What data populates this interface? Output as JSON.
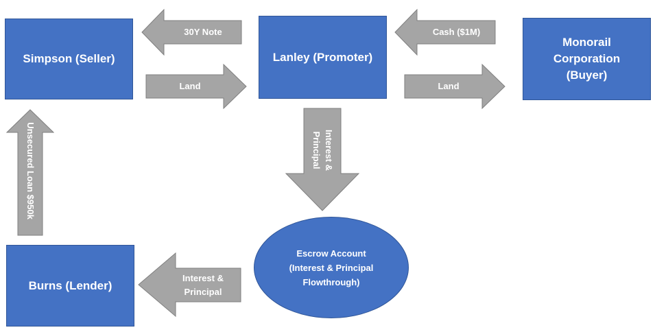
{
  "colors": {
    "box_fill": "#4472c4",
    "box_border": "#2f5597",
    "arrow_fill": "#a5a5a5",
    "arrow_border": "#7f7f7f",
    "text": "#ffffff"
  },
  "nodes": {
    "simpson": "Simpson (Seller)",
    "lanley": "Lanley (Promoter)",
    "monorail": "Monorail Corporation (Buyer)",
    "burns": "Burns (Lender)",
    "escrow": {
      "line1": "Escrow Account",
      "line2": "(Interest & Principal",
      "line3": "Flowthrough)"
    }
  },
  "arrows": {
    "lanley_to_simpson": {
      "label": "30Y Note",
      "direction": "left"
    },
    "simpson_to_lanley": {
      "label": "Land",
      "direction": "right"
    },
    "monorail_to_lanley": {
      "label": "Cash ($1M)",
      "direction": "left"
    },
    "lanley_to_monorail": {
      "label": "Land",
      "direction": "right"
    },
    "lanley_to_escrow": {
      "line1": "Interest &",
      "line2": "Principal",
      "direction": "down"
    },
    "escrow_to_burns": {
      "line1": "Interest &",
      "line2": "Principal",
      "direction": "left"
    },
    "burns_to_simpson": {
      "label": "Unsecured Loan $950k",
      "direction": "up"
    }
  }
}
